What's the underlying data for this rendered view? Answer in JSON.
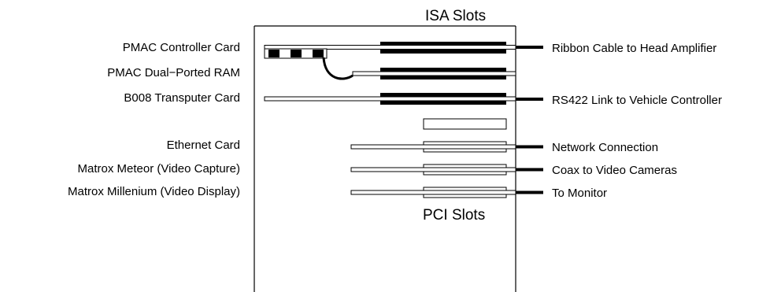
{
  "slot_groups": {
    "isa": "ISA Slots",
    "pci": "PCI Slots"
  },
  "cards": {
    "pmac_controller": "PMAC Controller Card",
    "pmac_ram": "PMAC Dual−Ported RAM",
    "b008": "B008 Transputer Card",
    "ethernet": "Ethernet Card",
    "meteor": "Matrox Meteor (Video Capture)",
    "millenium": "Matrox Millenium (Video Display)"
  },
  "connections": {
    "ribbon": "Ribbon Cable to Head Amplifier",
    "rs422": "RS422 Link to Vehicle Controller",
    "network": "Network Connection",
    "coax": "Coax to Video Cameras",
    "monitor": "To Monitor"
  },
  "colors": {
    "ink": "#000000",
    "paper": "#ffffff"
  }
}
